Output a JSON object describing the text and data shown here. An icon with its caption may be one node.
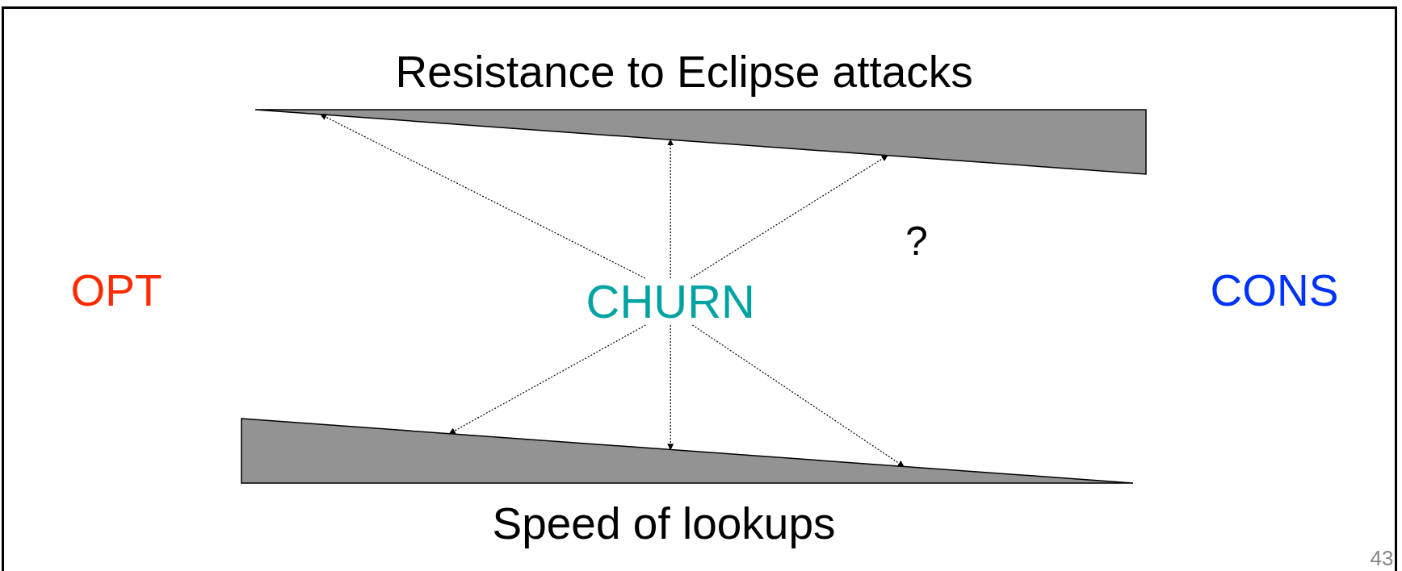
{
  "diagram": {
    "nodes": [
      {
        "text": [
          "Resistance to Eclipse attacks"
        ]
      },
      {
        "text": [
          "CHURN"
        ]
      },
      {
        "text": [
          "Speed of lookups"
        ]
      }
    ],
    "edges": [
      {
        "from": 1,
        "to": 0,
        "arrow": "to",
        "style": "dashed"
      },
      {
        "from": 1,
        "to": 0,
        "arrow": "to",
        "style": "dashed"
      },
      {
        "from": 1,
        "to": 0,
        "arrow": "to",
        "style": "dashed"
      },
      {
        "from": 1,
        "to": 2,
        "arrow": "to",
        "style": "dashed"
      },
      {
        "from": 1,
        "to": 2,
        "arrow": "to",
        "style": "dashed"
      },
      {
        "from": 1,
        "to": 2,
        "arrow": "to",
        "style": "dashed"
      }
    ],
    "labels": [
      "?",
      "OPT",
      "CONS",
      "43"
    ]
  }
}
